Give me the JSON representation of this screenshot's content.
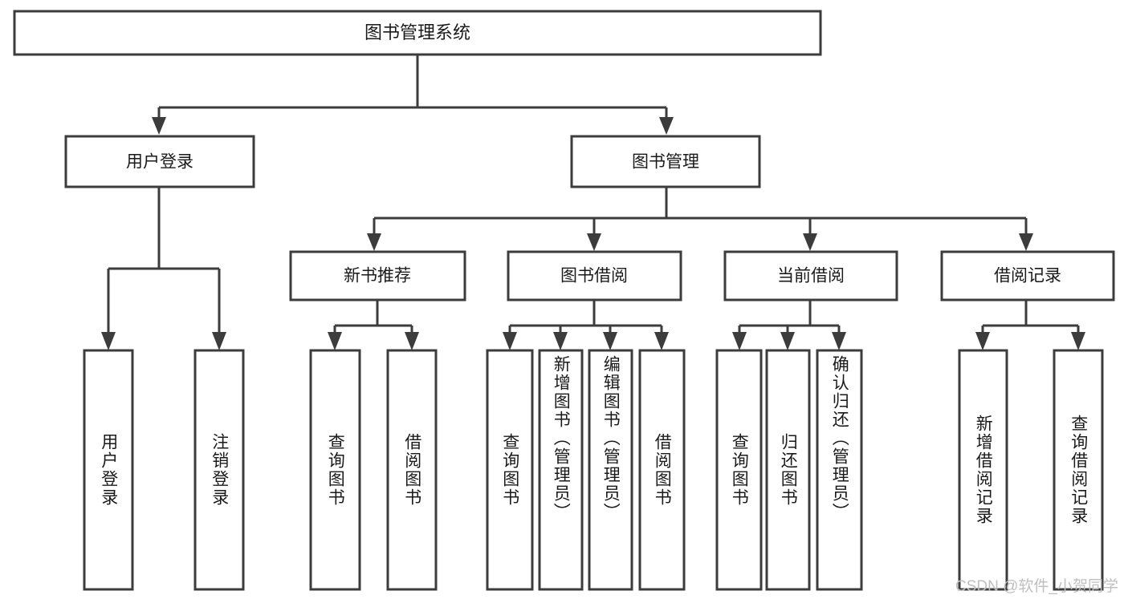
{
  "diagram": {
    "title": "图书管理系统",
    "watermark": "CSDN @软件_小贺同学",
    "colors": {
      "stroke": "#3c3c3c",
      "box_fill": "#ffffff",
      "text": "#1a1a1a",
      "background": "#ffffff",
      "watermark": "#bfbfbf"
    },
    "root": {
      "label": "图书管理系统"
    },
    "level2": [
      {
        "label": "用户登录"
      },
      {
        "label": "图书管理"
      }
    ],
    "level3": [
      {
        "label": "新书推荐"
      },
      {
        "label": "图书借阅"
      },
      {
        "label": "当前借阅"
      },
      {
        "label": "借阅记录"
      }
    ],
    "leaves": {
      "user_login": [
        {
          "label": "用户登录"
        },
        {
          "label": "注销登录"
        }
      ],
      "new_book_recommend": [
        {
          "label": "查询图书"
        },
        {
          "label": "借阅图书"
        }
      ],
      "book_borrow": [
        {
          "label": "查询图书"
        },
        {
          "label": "新增图书（管理员）"
        },
        {
          "label": "编辑图书（管理员）"
        },
        {
          "label": "借阅图书"
        }
      ],
      "current_borrow": [
        {
          "label": "查询图书"
        },
        {
          "label": "归还图书"
        },
        {
          "label": "确认归还（管理员）"
        }
      ],
      "borrow_record": [
        {
          "label": "新增借阅记录"
        },
        {
          "label": "查询借阅记录"
        }
      ]
    }
  },
  "chart_data": {
    "type": "diagram",
    "subtype": "tree-hierarchy",
    "title": "图书管理系统",
    "orientation": "top-down",
    "levels": 4,
    "nodes": [
      {
        "id": "root",
        "label": "图书管理系统",
        "level": 0,
        "parent": null
      },
      {
        "id": "n1",
        "label": "用户登录",
        "level": 1,
        "parent": "root"
      },
      {
        "id": "n2",
        "label": "图书管理",
        "level": 1,
        "parent": "root"
      },
      {
        "id": "n1a",
        "label": "用户登录",
        "level": 2,
        "parent": "n1"
      },
      {
        "id": "n1b",
        "label": "注销登录",
        "level": 2,
        "parent": "n1"
      },
      {
        "id": "n2a",
        "label": "新书推荐",
        "level": 2,
        "parent": "n2"
      },
      {
        "id": "n2b",
        "label": "图书借阅",
        "level": 2,
        "parent": "n2"
      },
      {
        "id": "n2c",
        "label": "当前借阅",
        "level": 2,
        "parent": "n2"
      },
      {
        "id": "n2d",
        "label": "借阅记录",
        "level": 2,
        "parent": "n2"
      },
      {
        "id": "n2a1",
        "label": "查询图书",
        "level": 3,
        "parent": "n2a"
      },
      {
        "id": "n2a2",
        "label": "借阅图书",
        "level": 3,
        "parent": "n2a"
      },
      {
        "id": "n2b1",
        "label": "查询图书",
        "level": 3,
        "parent": "n2b"
      },
      {
        "id": "n2b2",
        "label": "新增图书（管理员）",
        "level": 3,
        "parent": "n2b"
      },
      {
        "id": "n2b3",
        "label": "编辑图书（管理员）",
        "level": 3,
        "parent": "n2b"
      },
      {
        "id": "n2b4",
        "label": "借阅图书",
        "level": 3,
        "parent": "n2b"
      },
      {
        "id": "n2c1",
        "label": "查询图书",
        "level": 3,
        "parent": "n2c"
      },
      {
        "id": "n2c2",
        "label": "归还图书",
        "level": 3,
        "parent": "n2c"
      },
      {
        "id": "n2c3",
        "label": "确认归还（管理员）",
        "level": 3,
        "parent": "n2c"
      },
      {
        "id": "n2d1",
        "label": "新增借阅记录",
        "level": 3,
        "parent": "n2d"
      },
      {
        "id": "n2d2",
        "label": "查询借阅记录",
        "level": 3,
        "parent": "n2d"
      }
    ]
  }
}
